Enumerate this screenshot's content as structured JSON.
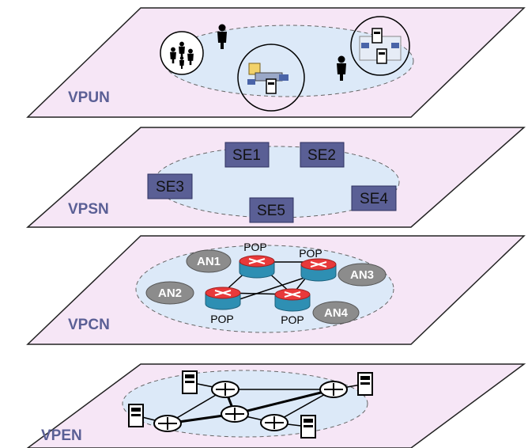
{
  "layers": {
    "vpun": {
      "label": "VPUN"
    },
    "vpsn": {
      "label": "VPSN",
      "service_elements": [
        "SE1",
        "SE2",
        "SE3",
        "SE4",
        "SE5"
      ]
    },
    "vpcn": {
      "label": "VPCN",
      "access_networks": [
        "AN1",
        "AN2",
        "AN3",
        "AN4"
      ],
      "pop_label": "POP"
    },
    "vpen": {
      "label": "VPEN"
    }
  },
  "colors": {
    "plane_fill": "#f6e6f6",
    "ellipse_fill": "#dce9f8",
    "label": "#5a5f95",
    "se_box": "#5a5f95",
    "an_node": "#8c8c8c",
    "router_red": "#e8393a",
    "router_teal": "#2e8fb3"
  },
  "icons": [
    "user-group-icon",
    "person-icon",
    "server-cluster-icon",
    "router-icon",
    "server-icon",
    "switch-node-icon"
  ]
}
